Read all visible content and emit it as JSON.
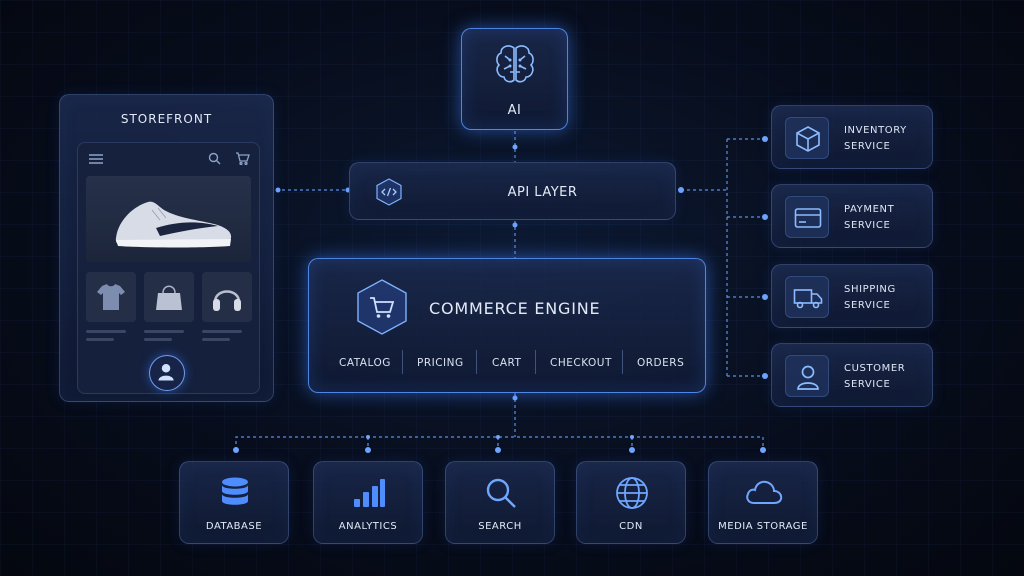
{
  "storefront": {
    "title": "STOREFRONT"
  },
  "ai": {
    "label": "AI"
  },
  "api": {
    "label": "API LAYER"
  },
  "engine": {
    "title": "COMMERCE ENGINE",
    "modules": [
      "CATALOG",
      "PRICING",
      "CART",
      "CHECKOUT",
      "ORDERS"
    ]
  },
  "services": [
    {
      "line1": "INVENTORY",
      "line2": "SERVICE",
      "icon": "box-icon"
    },
    {
      "line1": "PAYMENT",
      "line2": "SERVICE",
      "icon": "credit-card-icon"
    },
    {
      "line1": "SHIPPING",
      "line2": "SERVICE",
      "icon": "truck-icon"
    },
    {
      "line1": "CUSTOMER",
      "line2": "SERVICE",
      "icon": "user-icon"
    }
  ],
  "infrastructure": [
    {
      "label": "DATABASE",
      "icon": "database-icon"
    },
    {
      "label": "ANALYTICS",
      "icon": "bar-chart-icon"
    },
    {
      "label": "SEARCH",
      "icon": "magnifier-icon"
    },
    {
      "label": "CDN",
      "icon": "globe-icon"
    },
    {
      "label": "MEDIA STORAGE",
      "icon": "cloud-icon"
    }
  ],
  "colors": {
    "accent": "#4f8dff",
    "line": "#5b8fe8",
    "background": "#070d1c"
  }
}
